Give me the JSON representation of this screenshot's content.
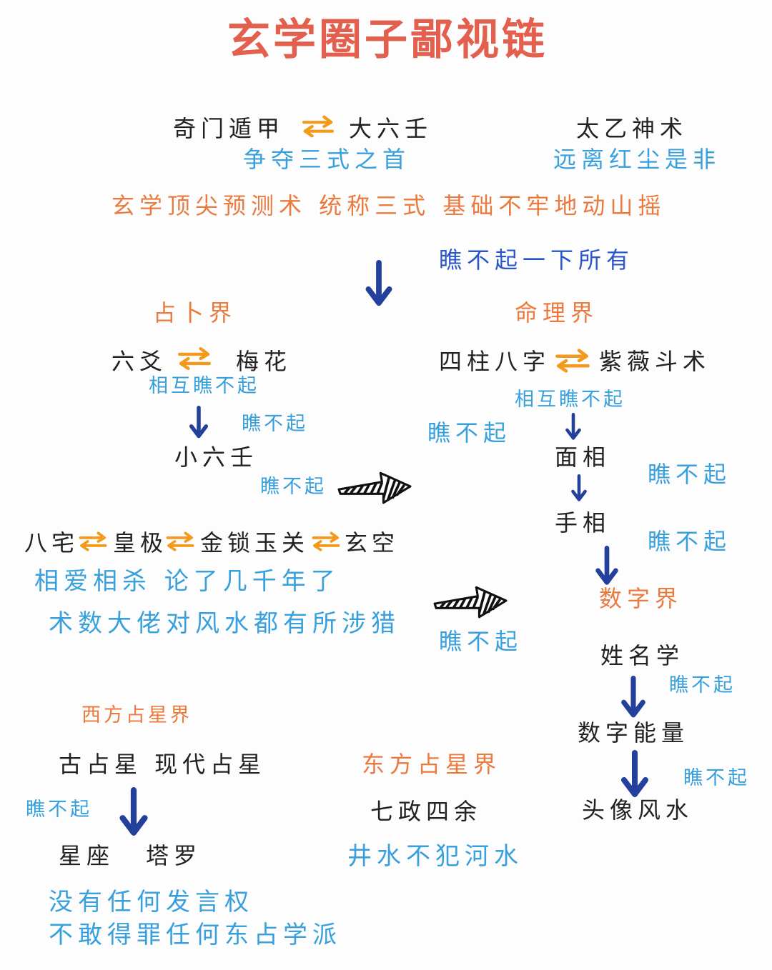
{
  "title": "玄学圈子鄙视链",
  "colors": {
    "title": "#e2604d",
    "black": "#222222",
    "blue": "#38a0dc",
    "dark_blue": "#2b56c8",
    "orange": "#ea7a3e",
    "arrow_navy": "#23409a",
    "swap_orange": "#f39a1a"
  },
  "sanshi": {
    "qimen": "奇门遁甲",
    "daliuren": "大六壬",
    "taiyi": "太乙神术",
    "zhengduo": "争夺三式之首",
    "yuanli": "远离红尘是非",
    "summary": "玄学顶尖预测术  统称三式  基础不牢地动山摇",
    "look_down_all": "瞧不起一下所有"
  },
  "zhanbu": {
    "heading": "占卜界",
    "liuyao": "六爻",
    "meihua": "梅花",
    "mutual": "相互瞧不起",
    "look_down": "瞧不起",
    "xiaoliuren": "小六壬",
    "look_down_2": "瞧不起"
  },
  "fengshui": {
    "bazhai": "八宅",
    "huangji": "皇极",
    "jinsuo": "金锁玉关",
    "xuankong": "玄空",
    "line1": "相爱相杀   论了几千年了",
    "line2": "术数大佬对风水都有所涉猎"
  },
  "mingli": {
    "heading": "命理界",
    "sizhu": "四柱八字",
    "ziwei": "紫薇斗术",
    "mutual": "相互瞧不起",
    "look_down_left": "瞧不起",
    "mianxiang": "面相",
    "look_down_1": "瞧不起",
    "shouxiang": "手相",
    "look_down_2": "瞧不起",
    "shuzi_heading": "数字界",
    "look_down_3": "瞧不起"
  },
  "shuzi": {
    "xingming": "姓名学",
    "look_down_1": "瞧不起",
    "nengliang": "数字能量",
    "look_down_2": "瞧不起",
    "touxiang": "头像风水"
  },
  "west": {
    "heading": "西方占星界",
    "items": "古占星 现代占星",
    "look_down": "瞧不起",
    "xingzuo": "星座",
    "taluo": "塔罗",
    "line1": "没有任何发言权",
    "line2": "不敢得罪任何东占学派"
  },
  "east": {
    "heading": "东方占星界",
    "qizheng": "七政四余",
    "motto": "井水不犯河水"
  },
  "icons": [
    "swap-arrows-icon",
    "down-arrow-icon",
    "hatched-right-arrow-icon"
  ]
}
